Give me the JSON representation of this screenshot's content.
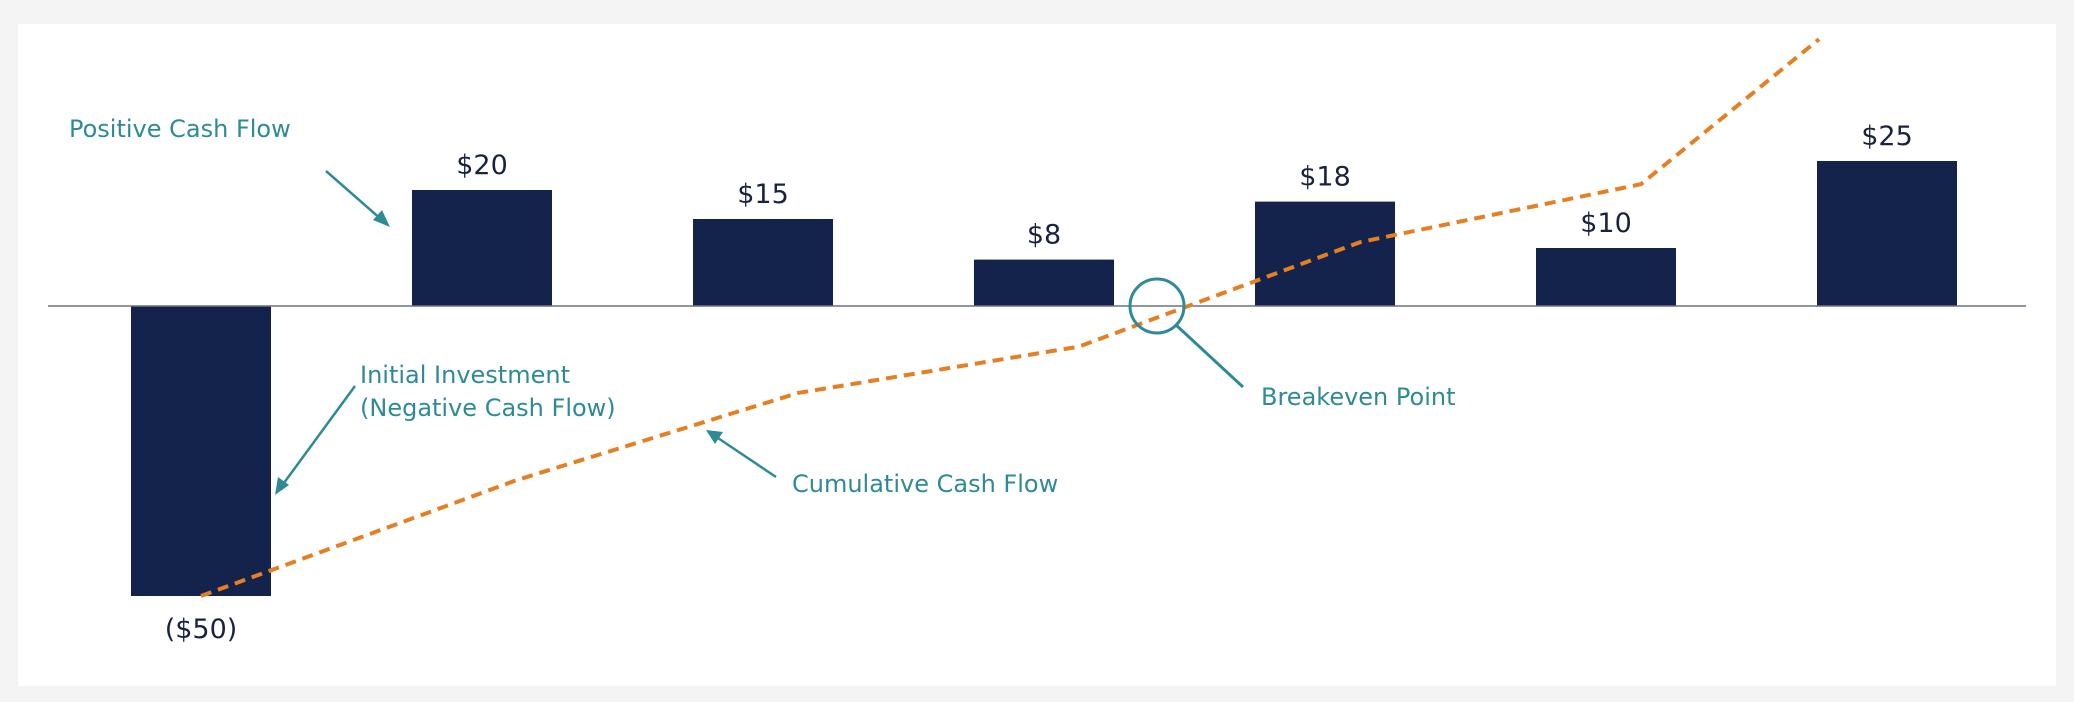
{
  "colors": {
    "bar": "#14234b",
    "line": "#e67e22",
    "accent": "#2e8b96",
    "axis": "#6b7280",
    "text": "#1a2240"
  },
  "chart_data": {
    "type": "bar",
    "title": "",
    "xlabel": "",
    "ylabel": "",
    "ylim": [
      -55,
      35
    ],
    "grid": false,
    "legend": "none",
    "series": [
      {
        "values": [
          -50,
          20,
          15,
          8,
          18,
          10,
          25
        ],
        "labels": [
          "($50)",
          "$20",
          "$15",
          "$8",
          "$18",
          "$10",
          "$25"
        ]
      },
      {
        "line_style": "dashed",
        "values": [
          -50,
          -30,
          -15,
          -7,
          11,
          21,
          46
        ]
      }
    ],
    "annotations": {
      "positive": "Positive Cash Flow",
      "initial_line1": "Initial Investment",
      "initial_line2": "(Negative Cash Flow)",
      "breakeven": "Breakeven Point",
      "cumulative": "Cumulative Cash Flow"
    }
  }
}
